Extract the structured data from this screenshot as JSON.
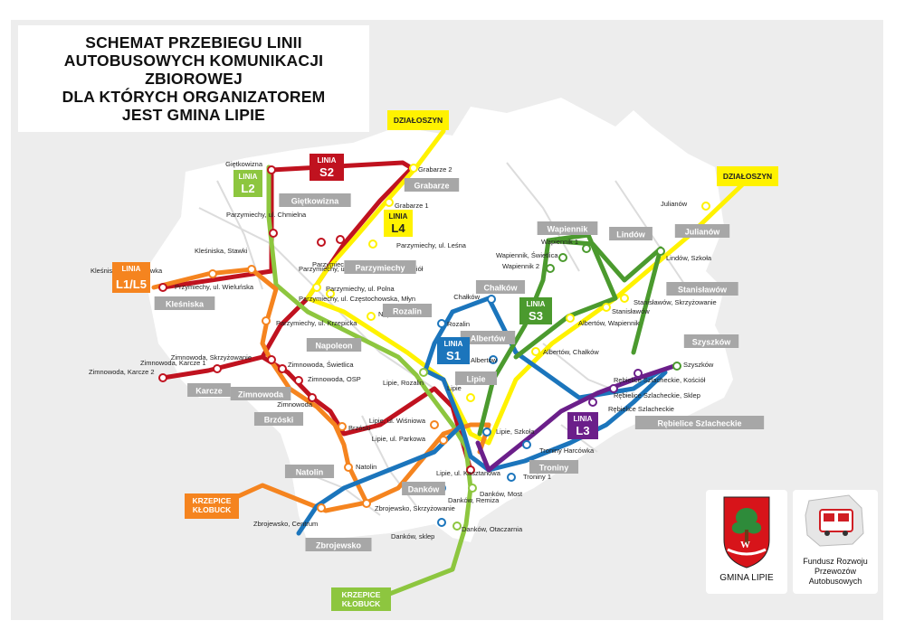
{
  "title": [
    "SCHEMAT PRZEBIEGU LINII",
    "AUTOBUSOWYCH KOMUNIKACJI ZBIOROWEJ",
    "DLA KTÓRYCH ORGANIZATOREM",
    "JEST GMINA LIPIE"
  ],
  "colors": {
    "red": "#c0121f",
    "orange": "#f5841f",
    "yellow": "#fff200",
    "green_light": "#8dc63f",
    "green_dark": "#4b9a2e",
    "blue": "#1b75bc",
    "purple": "#6b1f8a",
    "grey_label": "#a7a7a7",
    "map_bg": "#ededed",
    "area_white": "#ffffff"
  },
  "line_badges": [
    {
      "id": "s2",
      "text": [
        "LINIA",
        "S2"
      ],
      "color": "#c0121f"
    },
    {
      "id": "l2",
      "text": [
        "LINIA",
        "L2"
      ],
      "color": "#8dc63f"
    },
    {
      "id": "l4",
      "text": [
        "LINIA",
        "L4"
      ],
      "color": "#fff200"
    },
    {
      "id": "l1l5",
      "text": [
        "LINIA",
        "L1/L5"
      ],
      "color": "#f5841f"
    },
    {
      "id": "s1",
      "text": [
        "LINIA",
        "S1"
      ],
      "color": "#1b75bc"
    },
    {
      "id": "s3",
      "text": [
        "LINIA",
        "S3"
      ],
      "color": "#4b9a2e"
    },
    {
      "id": "l3",
      "text": [
        "LINIA",
        "L3"
      ],
      "color": "#6b1f8a"
    }
  ],
  "destinations": [
    {
      "id": "dzialoszyn1",
      "text": [
        "DZIAŁOSZYN"
      ],
      "color": "#fff200"
    },
    {
      "id": "dzialoszyn2",
      "text": [
        "DZIAŁOSZYN"
      ],
      "color": "#fff200"
    },
    {
      "id": "krzepice1",
      "text": [
        "KRZEPICE",
        "KŁOBUCK"
      ],
      "color": "#f5841f"
    },
    {
      "id": "krzepice2",
      "text": [
        "KRZEPICE",
        "KŁOBUCK"
      ],
      "color": "#8dc63f"
    }
  ],
  "villages": [
    "Giętkowizna",
    "Grabarze",
    "Parzymiechy",
    "Kleśniska",
    "Rozalin",
    "Napoleon",
    "Karcze",
    "Zimnowoda",
    "Brzóski",
    "Lipie",
    "Natolin",
    "Danków",
    "Zbrojewsko",
    "Chałków",
    "Albertów",
    "Wapiennik",
    "Lindów",
    "Julianów",
    "Stanisławów",
    "Szyszków",
    "Rębielice Szlacheckie",
    "Troniny"
  ],
  "stops": [
    "Giętkowizna",
    "Grabarze 2",
    "Grabarze 1",
    "Parzymiechy, ul. Częstochowska, Kościół",
    "Parzymiechy, Szkoła",
    "Parzymiechy, ul. Chmielna",
    "Parzymiechy, ul. Leśna",
    "Parzymiechy, ul. Polna",
    "Parzymiechy, ul. Częstochowska, Młyn",
    "Kleśniska, Leśniczówka",
    "Kleśniska, Stawki",
    "Przymiechy, ul. Wieluńska",
    "Parzymiechy, ul. Krzepicka",
    "Napoleon",
    "Rozalin",
    "Chałków",
    "Albertów",
    "Albertów, Wapiennik",
    "Albertów, Chałków",
    "Lipie, Rozalin",
    "Zimnowoda, Skrzyżowanie",
    "Zimnowoda, Karcze 1",
    "Zimnowoda, Karcze 2",
    "Zimnowoda, Świetlica",
    "Zimnowoda, OSP",
    "Zimnowoda",
    "Brzóski",
    "Lipie, ul. Wiśniowa",
    "Lipie, ul. Parkowa",
    "Lipie, ul. Kasztanowa",
    "Lipie, Szkoła",
    "Lipie",
    "Natolin",
    "Zbrojewsko, Centrum",
    "Zbrojewsko, Skrzyżowanie",
    "Danków, Remiza",
    "Danków, sklep",
    "Danków, Most",
    "Danków, Otaczarnia",
    "Troniny Harcówka",
    "Troniny 1",
    "Wapiennik 1",
    "Wapiennik, Świetlica",
    "Wapiennik 2",
    "Julianów",
    "Lindów, Szkoła",
    "Stanisławów, Skrzyżowanie",
    "Stanisławów",
    "Szyszków",
    "Rębielice Szlacheckie, Kościół",
    "Rębielice Szlacheckie, Sklep",
    "Rębielice Szlacheckie"
  ],
  "logos": {
    "gmina": "GMINA LIPIE",
    "fundusz": [
      "Fundusz Rozwoju",
      "Przewozów",
      "Autobusowych"
    ]
  }
}
